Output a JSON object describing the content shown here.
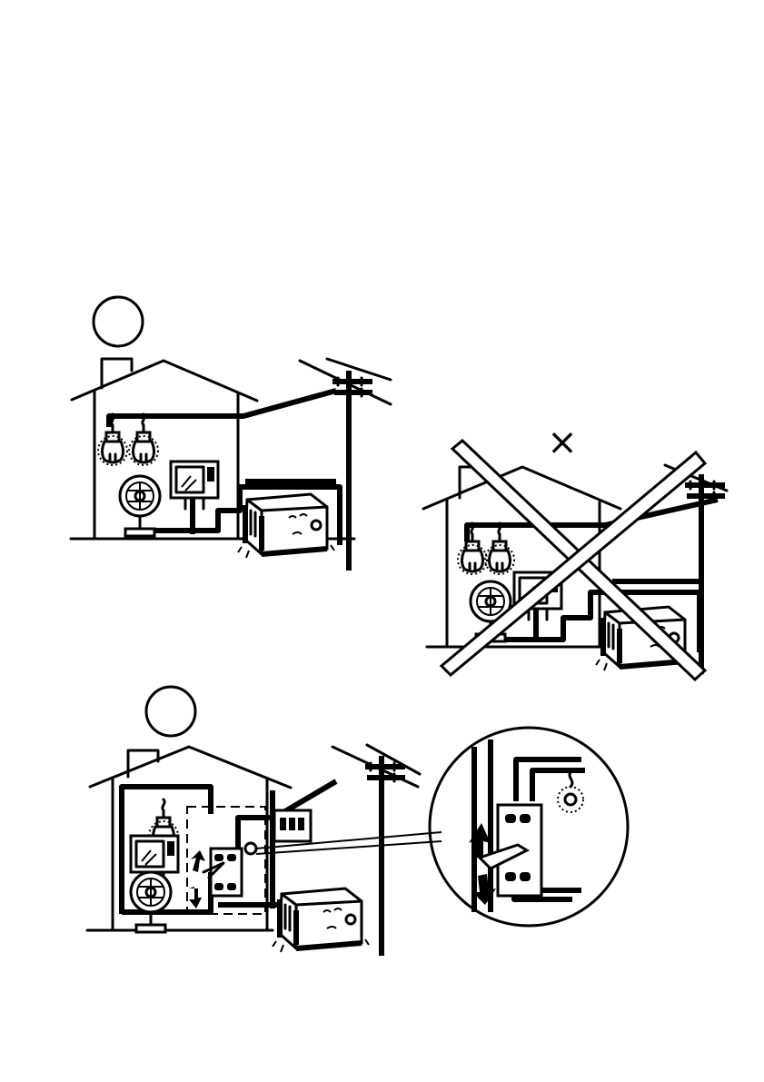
{
  "scenes": [
    {
      "id": "scene-1",
      "label": ""
    },
    {
      "id": "scene-2",
      "mark": "×"
    },
    {
      "id": "scene-3",
      "label": ""
    }
  ],
  "colors": {
    "ink": "#000000",
    "paper": "#ffffff"
  },
  "icons": [
    "house-icon",
    "light-bulb-icon",
    "fan-icon",
    "tv-icon",
    "generator-icon",
    "utility-pole-icon",
    "transfer-switch-icon",
    "meter-box-icon",
    "arrow-up-icon",
    "arrow-down-icon",
    "magnifier-icon"
  ]
}
